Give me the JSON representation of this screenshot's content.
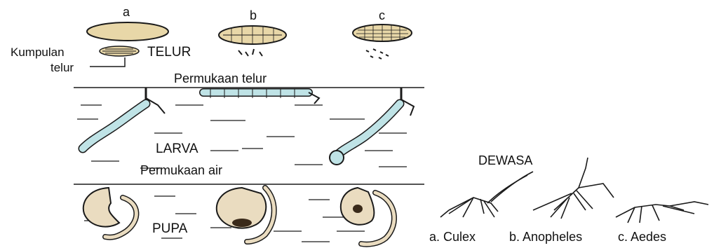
{
  "columns": {
    "a": "a",
    "b": "b",
    "c": "c"
  },
  "labels": {
    "kumpulan": "Kumpulan",
    "telur_small": "telur",
    "telur": "TELUR",
    "permukaan_telur": "Permukaan telur",
    "larva": "LARVA",
    "permukaan_air": "Permukaan air",
    "pupa": "PUPA",
    "dewasa": "DEWASA"
  },
  "adults": {
    "culex": "a. Culex",
    "anopheles": "b. Anopheles",
    "aedes": "c. Aedes"
  },
  "colors": {
    "ink": "#1a1a1a",
    "egg_fill": "#e8d7a8",
    "larva_fill": "#bfe3e6",
    "pupa_fill": "#eadcc0"
  }
}
